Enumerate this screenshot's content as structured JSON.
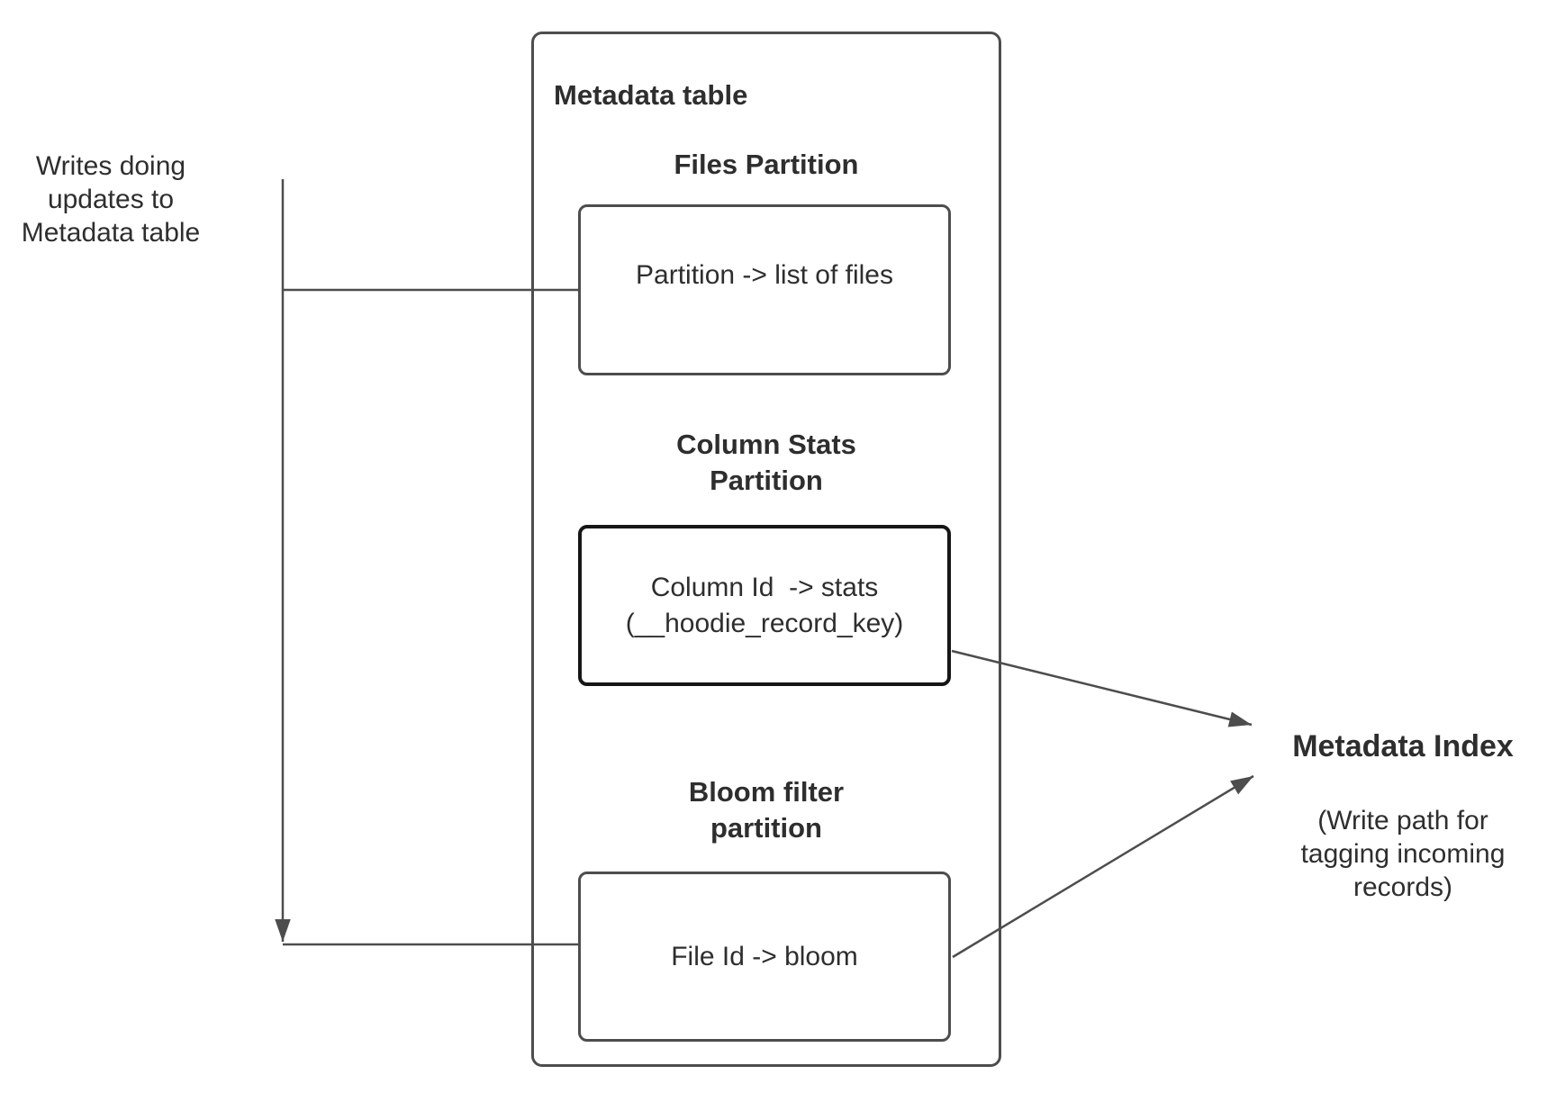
{
  "colors": {
    "background": "#ffffff",
    "line": "#4d4d4d",
    "container_border": "#4d4d4d",
    "box_border": "#4d4d4d",
    "emphasis_box_border": "#161616",
    "text": "#2e2e2e"
  },
  "writes_label": {
    "lines": [
      "Writes doing",
      "updates to",
      "Metadata table"
    ]
  },
  "metadata_table": {
    "title": "Metadata table",
    "files_partition": {
      "heading": "Files Partition",
      "mapping": "Partition -> list of files"
    },
    "column_stats_partition": {
      "heading_lines": [
        "Column Stats",
        "Partition"
      ],
      "mapping_lines": [
        "Column Id  -> stats",
        "(__hoodie_record_key)"
      ]
    },
    "bloom_filter_partition": {
      "heading_lines": [
        "Bloom filter",
        "partition"
      ],
      "mapping": "File Id -> bloom"
    }
  },
  "metadata_index": {
    "title": "Metadata Index",
    "subtitle_lines": [
      "(Write path for",
      "tagging incoming",
      "records)"
    ]
  }
}
